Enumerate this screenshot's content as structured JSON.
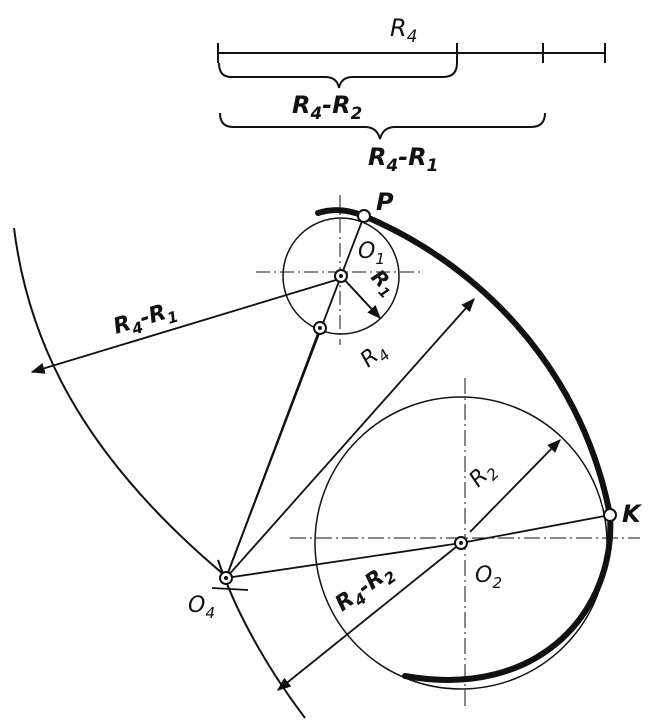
{
  "diagram": {
    "colors": {
      "ink": "#111111",
      "paper": "#ffffff"
    },
    "scale": {
      "r4": {
        "label": "R",
        "sub": "4"
      },
      "r4_minus_r2": {
        "a": "R",
        "a_sub": "4",
        "b": "-R",
        "b_sub": "2"
      },
      "r4_minus_r1": {
        "a": "R",
        "a_sub": "4",
        "b": "-R",
        "b_sub": "1"
      }
    },
    "points": {
      "p": {
        "label": "P"
      },
      "k": {
        "label": "K"
      },
      "o1": {
        "label": "O",
        "sub": "1"
      },
      "o2": {
        "label": "O",
        "sub": "2"
      },
      "o4": {
        "label": "O",
        "sub": "4"
      }
    },
    "radii": {
      "r1": {
        "label": "R",
        "sub": "1"
      },
      "r2": {
        "label": "R",
        "sub": "2"
      },
      "r4": {
        "label": "R",
        "sub": "4"
      },
      "r4_minus_r1": {
        "a": "R",
        "a_sub": "4",
        "b": "-R",
        "b_sub": "1"
      },
      "r4_minus_r2": {
        "a": "R",
        "a_sub": "4",
        "b": "-R",
        "b_sub": "2"
      }
    }
  }
}
